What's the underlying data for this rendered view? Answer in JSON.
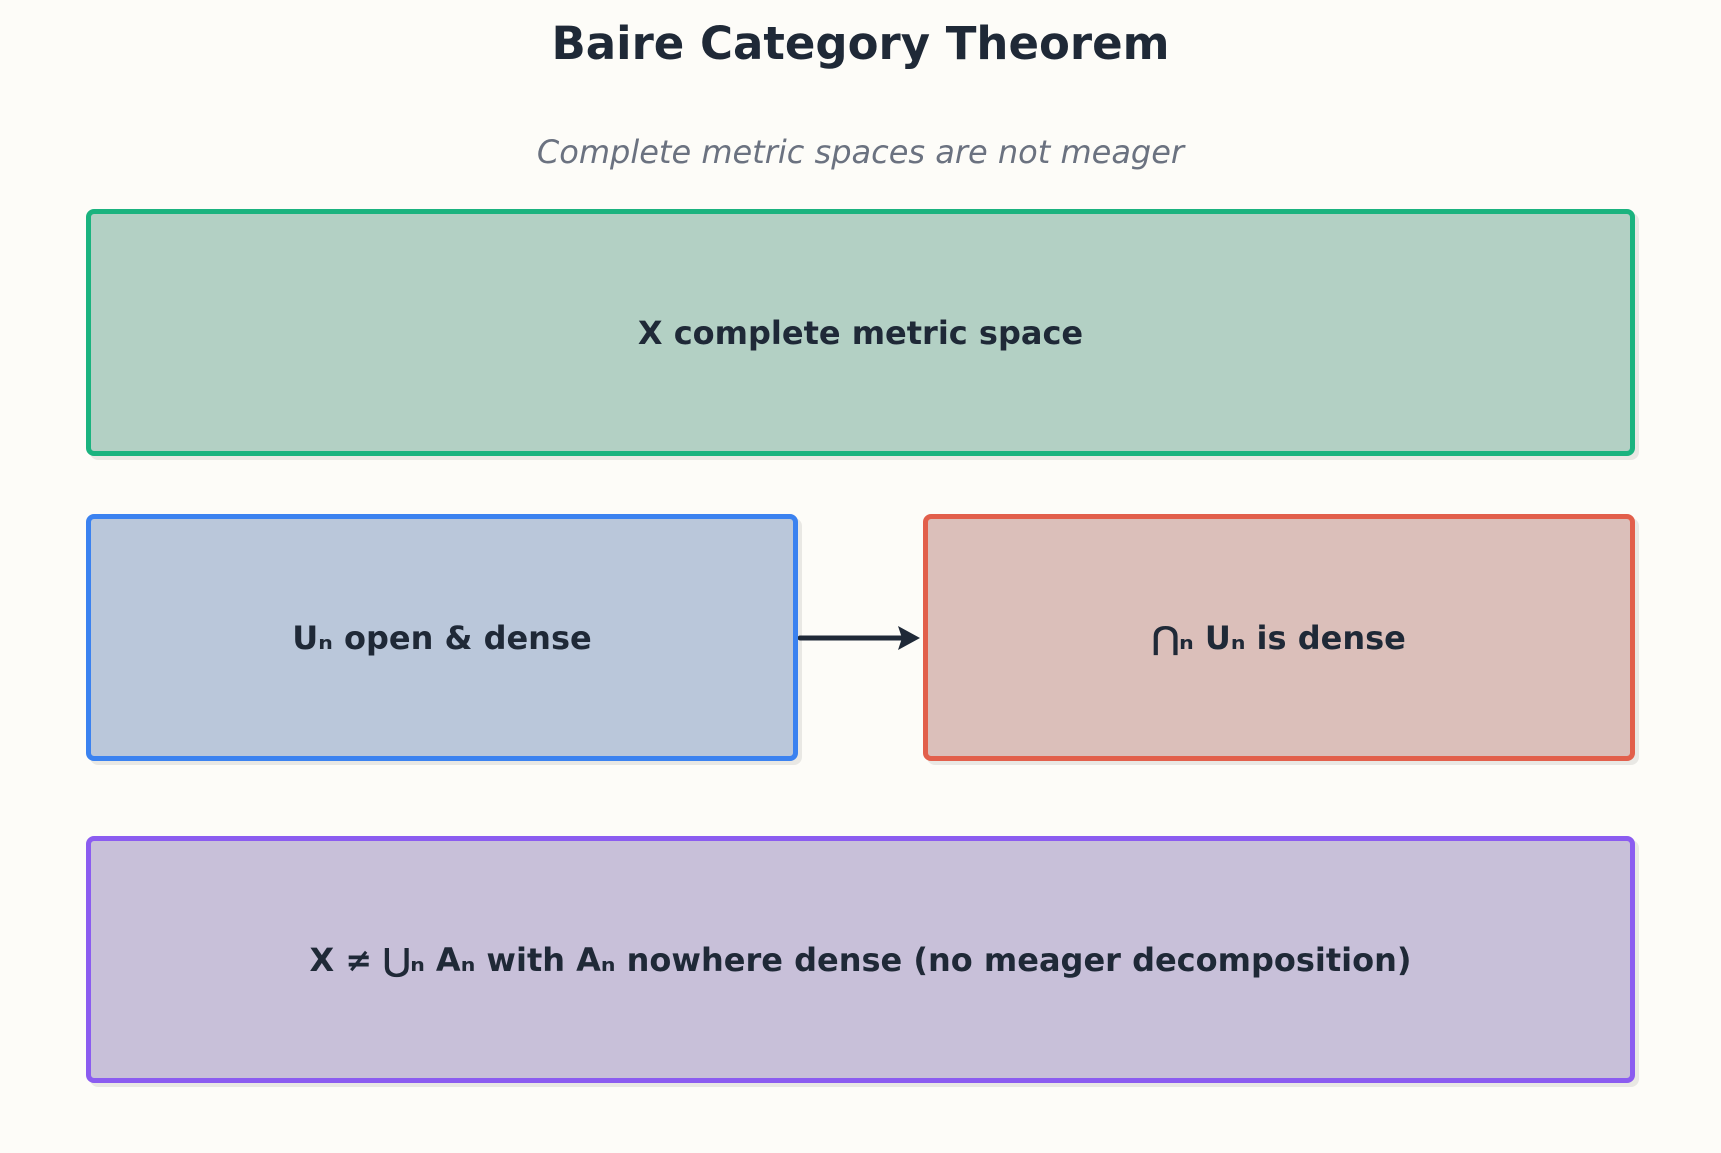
{
  "diagram": {
    "title": "Baire Category Theorem",
    "subtitle": "Complete metric spaces are not meager",
    "nodes": {
      "premise": {
        "label": "X complete metric space",
        "color": "#1bb37f"
      },
      "open_dense": {
        "label": "Uₙ open & dense",
        "color": "#3b82f0"
      },
      "intersection": {
        "label": "⋂ₙ Uₙ is dense",
        "color": "#e25f4b"
      },
      "conclusion": {
        "label": "X ≠ ⋃ₙ Aₙ with Aₙ nowhere dense (no meager decomposition)",
        "color": "#8b5cf0"
      }
    },
    "edges": [
      {
        "from": "open_dense",
        "to": "intersection",
        "color": "#1f2937"
      }
    ]
  }
}
